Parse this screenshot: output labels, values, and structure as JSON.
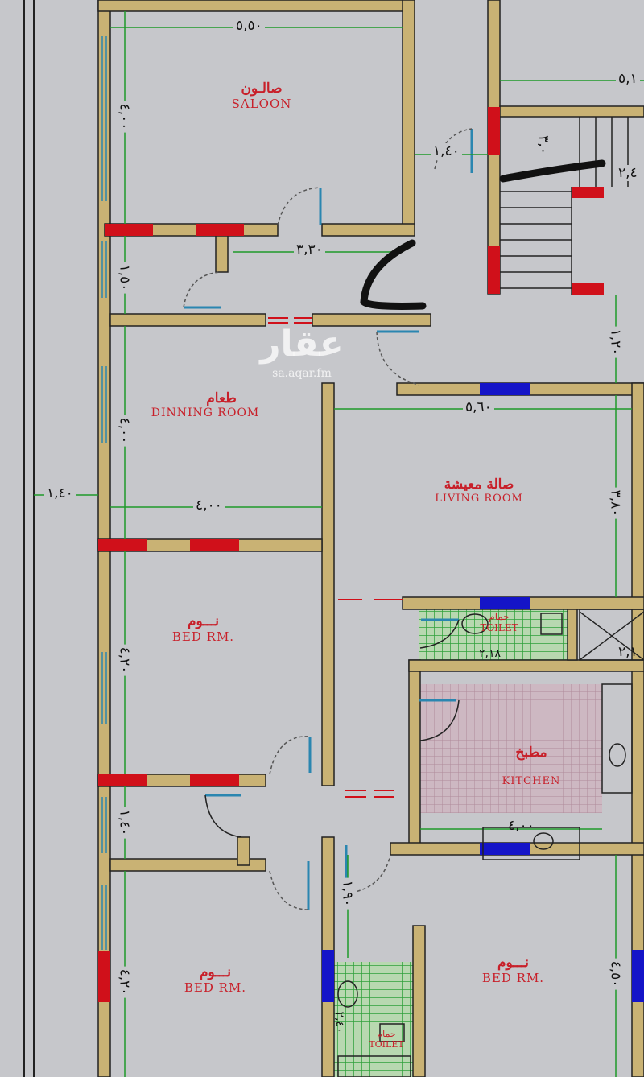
{
  "rooms": {
    "saloon": {
      "ar": "صالـون",
      "en": "SALOON"
    },
    "dining": {
      "ar": "طعام",
      "en": "DINNING ROOM"
    },
    "living": {
      "ar": "صالة معيشة",
      "en": "LIVING ROOM"
    },
    "bed1": {
      "ar": "نـــوم",
      "en": "BED RM."
    },
    "bed2": {
      "ar": "نـــوم",
      "en": "BED RM."
    },
    "bed3": {
      "ar": "نـــوم",
      "en": "BED RM."
    },
    "toilet1": {
      "ar": "حمام",
      "en": "TOILET"
    },
    "toilet2": {
      "ar": "حمام",
      "en": "TOILET"
    },
    "kitchen": {
      "ar": "مطبخ",
      "en": "KITCHEN"
    }
  },
  "dimensions": {
    "saloon_width": "٥,٥٠",
    "saloon_depth": "٤,٠٠",
    "entry_door": "١,٤٠",
    "lobby_width": "٣,٣٠",
    "lobby_depth": "١,٥٠",
    "dining_depth": "٤,٠٠",
    "dining_width": "٤,٠٠",
    "setback": "١,٤٠",
    "top_right": "٥,١",
    "stair_top": "٣,٠",
    "stair_side": "٢,٤",
    "corridor_right": "١,٢٠",
    "living_width": "٥,٦٠",
    "living_depth": "٣,٨٠",
    "bed1_depth": "٤,٢٠",
    "toilet1_dim": "٢,١٨",
    "shaft_dim": "٢,١",
    "hall_depth": "١,٤٠",
    "kitchen_width": "٤,٠٠",
    "corridor_bottom": "١,٩٠",
    "bed2_depth": "٤,٢٠",
    "bed3_depth": "٤,٥٠",
    "toilet2_dim": "٢,٤٠"
  },
  "watermark": {
    "logo": "عقار",
    "url": "sa.aqar.fm"
  },
  "colors": {
    "wall": "#c9b274",
    "window_red": "#d0101a",
    "window_blue": "#1414c8",
    "dimension_line": "#1f9a2a",
    "door": "#2a86b0",
    "label": "#c8202a"
  }
}
